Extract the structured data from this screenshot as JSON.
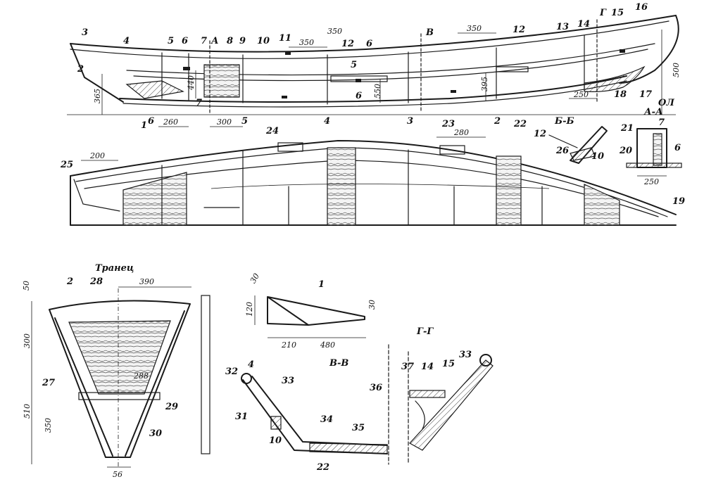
{
  "profile": {
    "labels": [
      "3",
      "2",
      "4",
      "5",
      "6",
      "7",
      "А",
      "8",
      "9",
      "10",
      "11",
      "12",
      "6",
      "В",
      "12",
      "13",
      "14",
      "Г",
      "15",
      "16",
      "1",
      "6",
      "5",
      "4",
      "3",
      "2",
      "23",
      "22",
      "18",
      "17",
      "5",
      "6",
      "7",
      "ОЛ"
    ],
    "dims": [
      "365",
      "440",
      "260",
      "300",
      "350",
      "350",
      "550",
      "395",
      "350",
      "250",
      "500"
    ]
  },
  "plan": {
    "labels": [
      "25",
      "24",
      "19"
    ],
    "dims": [
      "200",
      "280"
    ]
  },
  "section_bb": {
    "title": "Б-Б",
    "labels": [
      "12",
      "26",
      "10"
    ]
  },
  "section_aa": {
    "title": "А-А",
    "labels": [
      "21",
      "7",
      "20",
      "6"
    ],
    "dim": "250"
  },
  "transom": {
    "title": "Транец",
    "labels": [
      "2",
      "28",
      "27",
      "29",
      "30"
    ],
    "dims": [
      "50",
      "390",
      "300",
      "288",
      "510",
      "350",
      "56"
    ]
  },
  "bracket": {
    "labels": [
      "1"
    ],
    "dims": [
      "30",
      "120",
      "30",
      "210",
      "480"
    ]
  },
  "section_vv": {
    "title": "В-В",
    "labels": [
      "32",
      "4",
      "33",
      "31",
      "10",
      "34",
      "35",
      "22"
    ]
  },
  "section_gg": {
    "title": "Г-Г",
    "labels": [
      "37",
      "14",
      "15",
      "33",
      "36"
    ]
  }
}
